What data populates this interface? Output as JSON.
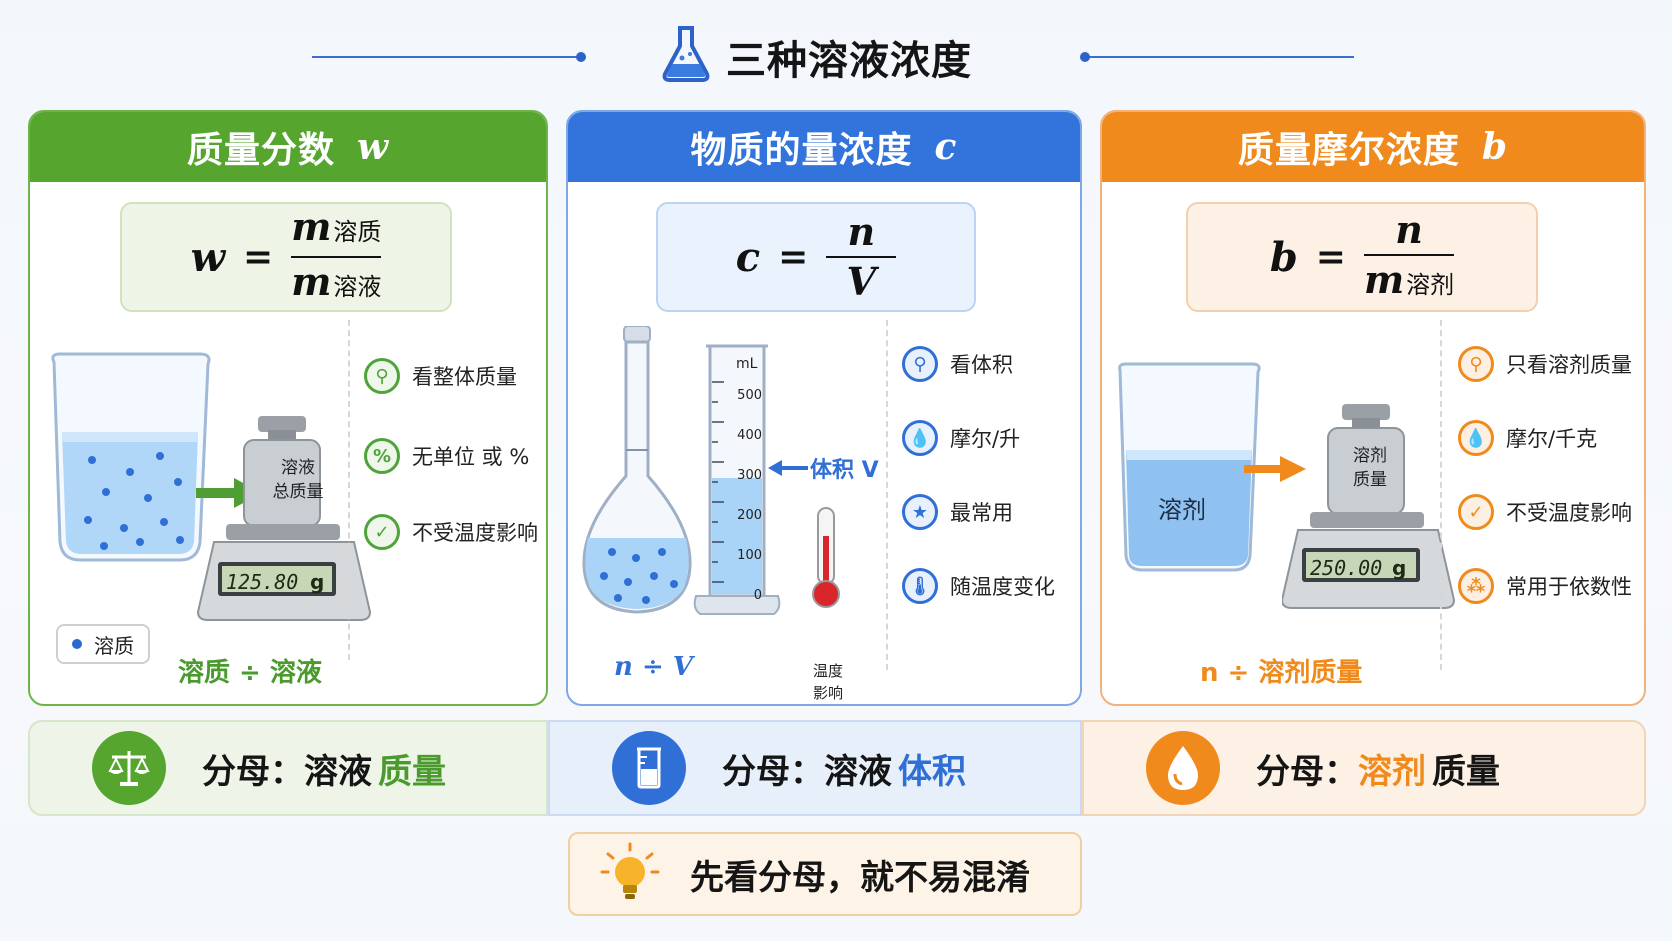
{
  "title": "三种溶液浓度",
  "colors": {
    "green": "#55a52f",
    "blue": "#3274db",
    "orange": "#f08a1c"
  },
  "panels": [
    {
      "name": "质量分数",
      "symbol": "w",
      "formula": {
        "lhs": "w",
        "eq": "=",
        "num_var": "m",
        "num_sub": "溶质",
        "den_var": "m",
        "den_sub": "溶液"
      },
      "scale_label": [
        "溶液",
        "总质量"
      ],
      "scale_reading": "125.80",
      "scale_unit": "g",
      "legend": "溶质",
      "caption": "溶质 ÷ 溶液",
      "features": [
        {
          "icon": "magnifier-icon",
          "label": "看整体质量"
        },
        {
          "icon": "percent-icon",
          "label": "无单位 或 %"
        },
        {
          "icon": "shield-icon",
          "label": "不受温度影响"
        }
      ]
    },
    {
      "name": "物质的量浓度",
      "symbol": "c",
      "formula": {
        "lhs": "c",
        "eq": "=",
        "num_var": "n",
        "num_sub": "",
        "den_var": "V",
        "den_sub": ""
      },
      "cylinder_unit": "mL",
      "cylinder_ticks": [
        "500",
        "400",
        "300",
        "200",
        "100",
        "0"
      ],
      "volume_label": "体积 V",
      "thermo_label": [
        "温度",
        "影响"
      ],
      "caption": "n ÷ V",
      "features": [
        {
          "icon": "magnifier-icon",
          "label": "看体积"
        },
        {
          "icon": "drop-icon",
          "label": "摩尔/升"
        },
        {
          "icon": "star-icon",
          "label": "最常用"
        },
        {
          "icon": "thermometer-icon",
          "label": "随温度变化"
        }
      ]
    },
    {
      "name": "质量摩尔浓度",
      "symbol": "b",
      "formula": {
        "lhs": "b",
        "eq": "=",
        "num_var": "n",
        "num_sub": "",
        "den_var": "m",
        "den_sub": "溶剂"
      },
      "beaker_label": "溶剂",
      "scale_label": [
        "溶剂",
        "质量"
      ],
      "scale_reading": "250.00",
      "scale_unit": "g",
      "caption": "n ÷ 溶剂质量",
      "features": [
        {
          "icon": "magnifier-icon",
          "label": "只看溶剂质量"
        },
        {
          "icon": "drop-icon",
          "label": "摩尔/千克"
        },
        {
          "icon": "shield-icon",
          "label": "不受温度影响"
        },
        {
          "icon": "network-icon",
          "label": "常用于依数性"
        }
      ]
    }
  ],
  "bottom": [
    {
      "prefix": "分母：",
      "a": "溶液",
      "b": "质量"
    },
    {
      "prefix": "分母：",
      "a": "溶液",
      "b": "体积"
    },
    {
      "prefix": "分母：",
      "a": "溶剂",
      "b": "质量"
    }
  ],
  "tip": "先看分母，就不易混淆"
}
